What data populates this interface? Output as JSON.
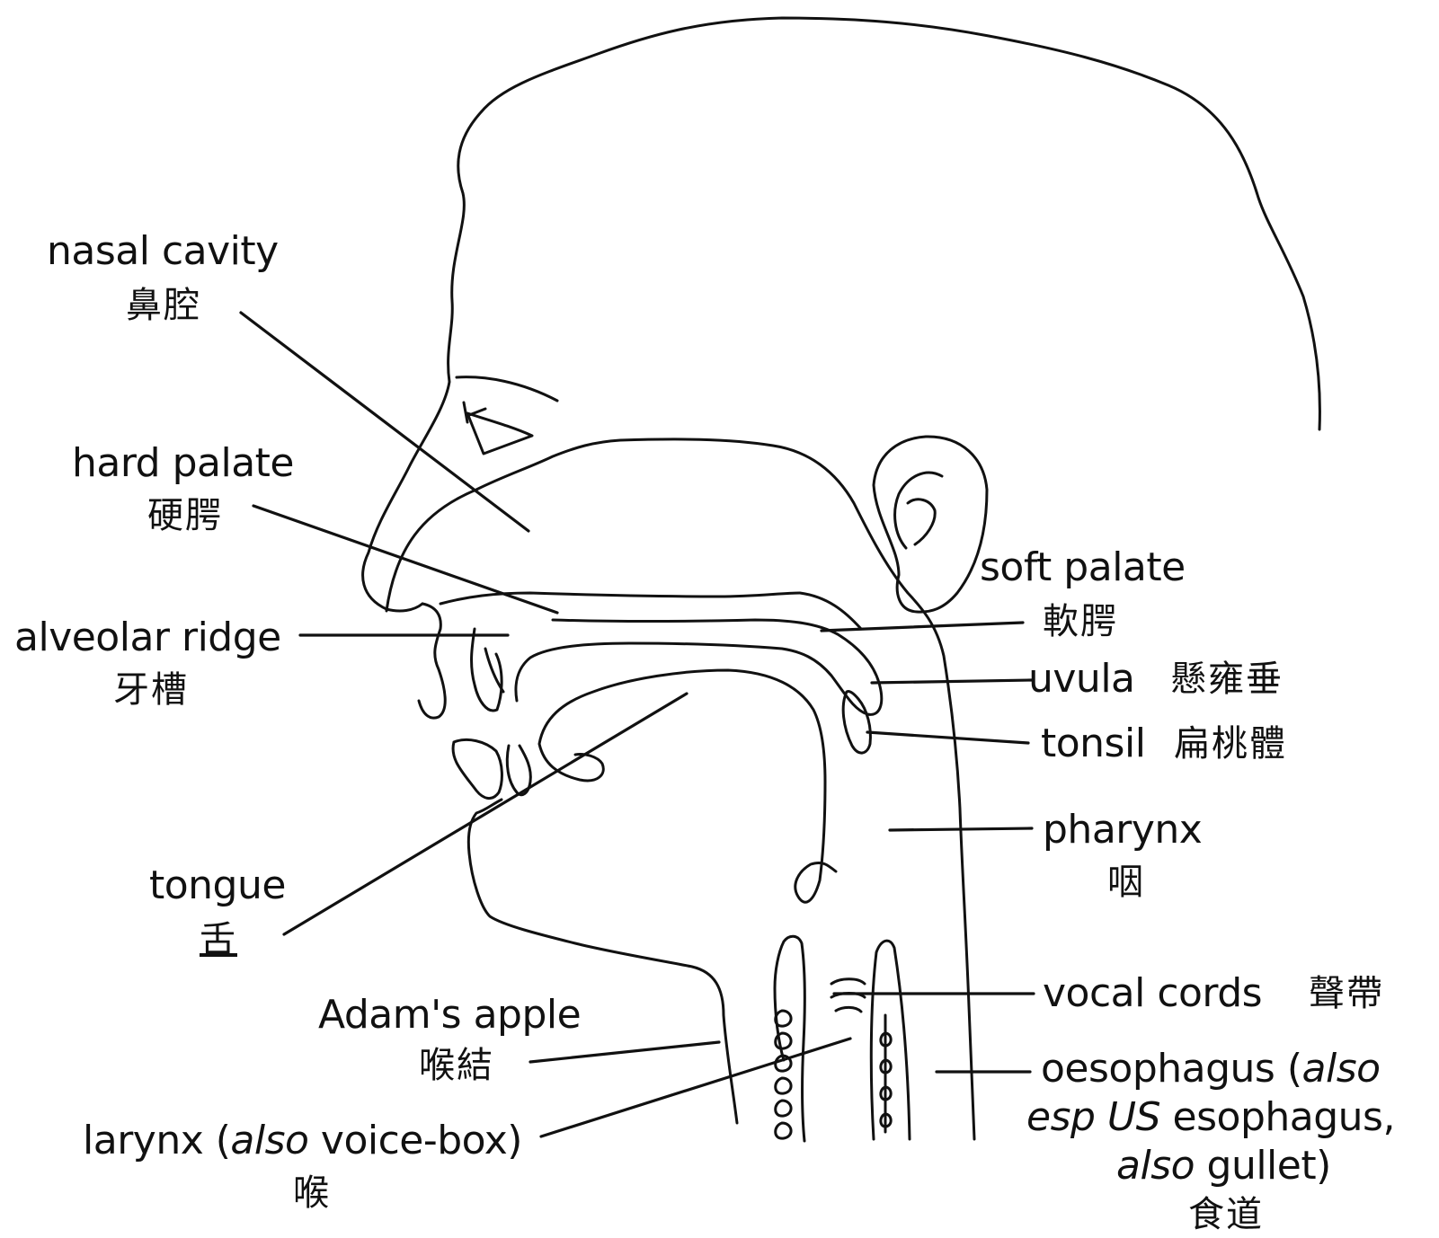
{
  "labels": {
    "nasal_cavity": {
      "en": "nasal cavity",
      "zh": "鼻腔"
    },
    "hard_palate": {
      "en": "hard palate",
      "zh": "硬腭"
    },
    "alveolar_ridge": {
      "en": "alveolar ridge",
      "zh": "牙槽"
    },
    "tongue": {
      "en": "tongue",
      "zh": "舌"
    },
    "adams_apple": {
      "en": "Adam's apple",
      "zh": "喉結"
    },
    "larynx": {
      "en_a": "larynx (",
      "en_it": "also",
      "en_b": " voice-box)",
      "zh": "喉"
    },
    "soft_palate": {
      "en": "soft palate",
      "zh": "軟腭"
    },
    "uvula": {
      "en": "uvula",
      "zh": "懸雍垂"
    },
    "tonsil": {
      "en": "tonsil",
      "zh": "扁桃體"
    },
    "pharynx": {
      "en": "pharynx",
      "zh": "咽"
    },
    "vocal_cords": {
      "en": "vocal cords",
      "zh": "聲帶"
    },
    "oesophagus": {
      "l1_a": "oesophagus (",
      "l1_it": "also",
      "l2_it": "esp US",
      "l2_b": " esophagus,",
      "l3_it": "also",
      "l3_b": " gullet)",
      "zh": "食道"
    }
  }
}
